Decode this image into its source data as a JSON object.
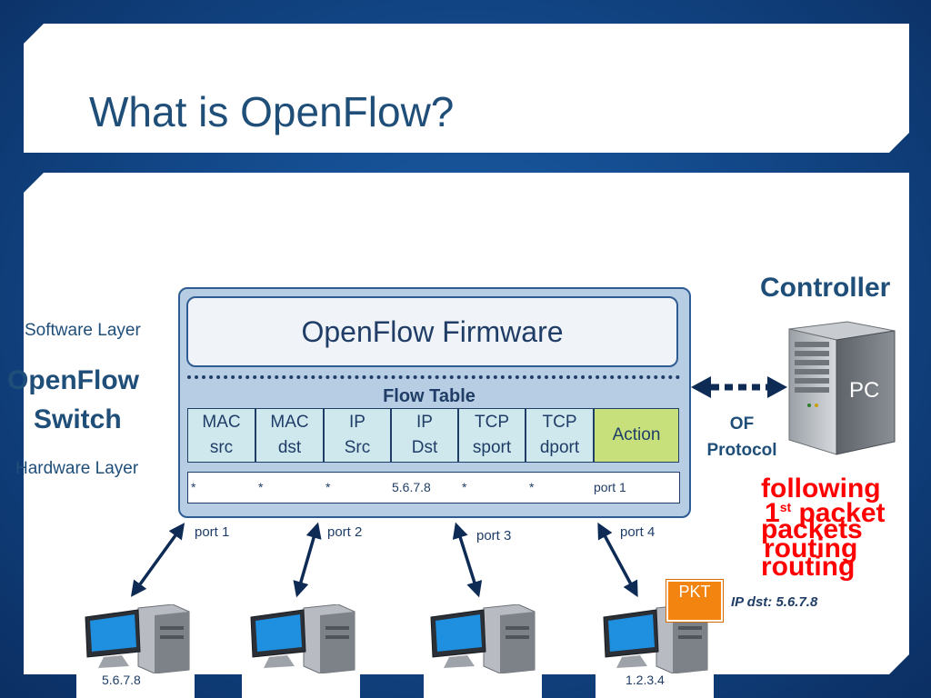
{
  "slide": {
    "title": "What is OpenFlow?"
  },
  "switch": {
    "firmware": "OpenFlow Firmware",
    "flow_table_label": "Flow Table",
    "columns": [
      {
        "line1": "MAC",
        "line2": "src"
      },
      {
        "line1": "MAC",
        "line2": "dst"
      },
      {
        "line1": "IP",
        "line2": "Src"
      },
      {
        "line1": "IP",
        "line2": "Dst"
      },
      {
        "line1": "TCP",
        "line2": "sport"
      },
      {
        "line1": "TCP",
        "line2": "dport"
      }
    ],
    "action_label": "Action",
    "row": [
      "*",
      "*",
      "*",
      "5.6.7.8",
      "*",
      "*",
      "port 1"
    ]
  },
  "labels": {
    "software_layer": "Software Layer",
    "openflow_switch_line1": "OpenFlow",
    "openflow_switch_line2": "Switch",
    "hardware_layer": "Hardware Layer",
    "controller": "Controller",
    "pc": "PC",
    "of_protocol_line1": "OF",
    "of_protocol_line2": "Protocol",
    "ip_dst": "IP dst: 5.6.7.8",
    "pkt": "PKT"
  },
  "overlay_text": {
    "following": "following",
    "first_packet_prefix": "1",
    "first_packet_sup": "st",
    "first_packet_suffix": " packet",
    "packets": "packets",
    "routing_1": "routing",
    "routing_2": "routing"
  },
  "ports": [
    "port 1",
    "port 2",
    "port 3",
    "port 4"
  ],
  "hosts": [
    "5.6.7.8",
    "",
    "",
    "1.2.3.4"
  ],
  "colors": {
    "background": "#134a8c",
    "title": "#1f4e79",
    "switch_fill": "#b7cde3",
    "cell_fill": "#cfe8ee",
    "action_fill": "#c7e07b",
    "red": "#ff0000",
    "pkt": "#f2840f"
  }
}
